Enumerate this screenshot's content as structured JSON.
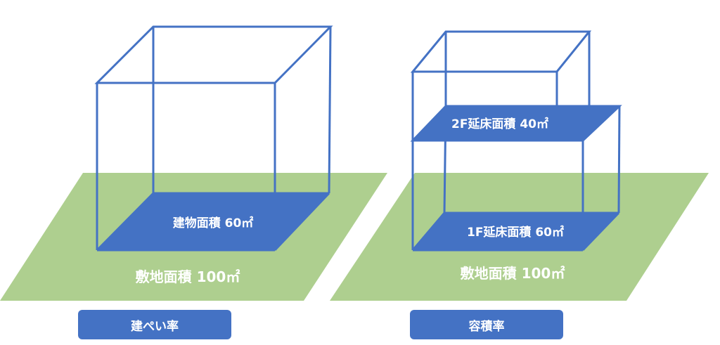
{
  "colors": {
    "ground": "#aecf8f",
    "floor": "#4472c4",
    "outline": "#4472c4",
    "text": "#ffffff"
  },
  "left": {
    "building_area_label": "建物面積 60㎡",
    "site_area_label": "敷地面積 100㎡",
    "caption": "建ぺい率"
  },
  "right": {
    "floor2_label": "2F延床面積 40㎡",
    "floor1_label": "1F延床面積 60㎡",
    "site_area_label": "敷地面積 100㎡",
    "caption": "容積率"
  }
}
